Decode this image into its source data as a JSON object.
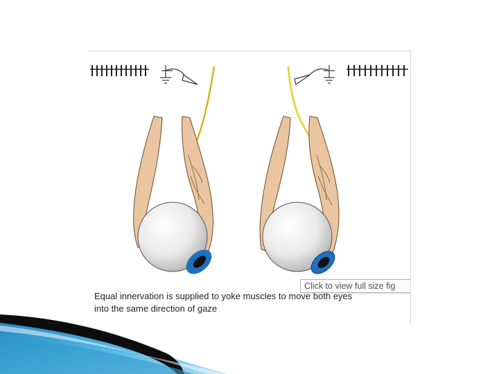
{
  "caption": {
    "line1": "Equal innervation is supplied to yoke muscles to move both eyes",
    "line2": "into the same direction of gaze"
  },
  "tooltip": {
    "text": "Click to view full size fig"
  },
  "icons": {
    "left_eye": "eyeball-icon",
    "right_eye": "eyeball-icon",
    "electrode": "electrode-icon",
    "spike_train": "spike-train-icon"
  },
  "colors": {
    "muscle": "#e9c9a6",
    "nerve": "#ecd14a",
    "iris": "#2a7fc8",
    "footer_blue": "#3aa3d6"
  }
}
